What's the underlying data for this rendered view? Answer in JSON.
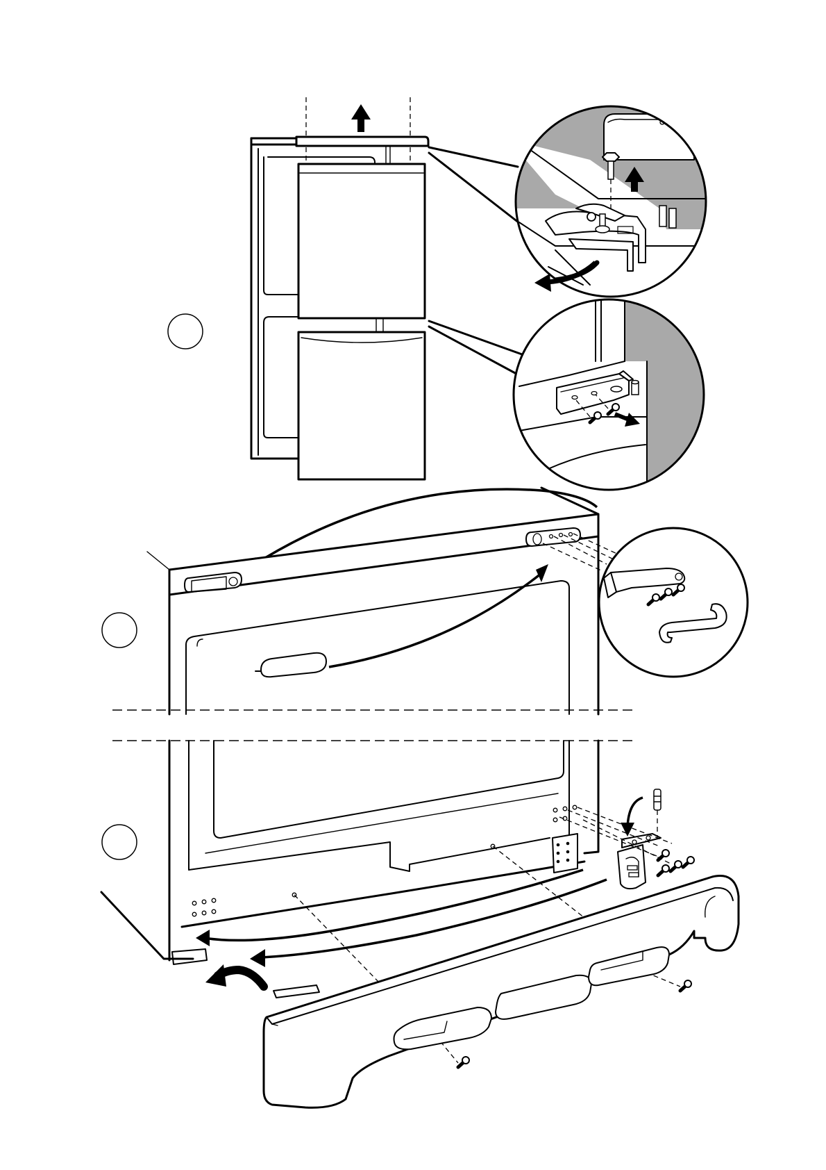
{
  "figure": {
    "kind": "assembly instruction illustration",
    "steps": [
      {
        "id": "step-1",
        "label": ""
      },
      {
        "id": "step-2",
        "label": ""
      },
      {
        "id": "step-3",
        "label": ""
      }
    ],
    "colors": {
      "line": "#000000",
      "background": "#ffffff",
      "detail_shade": "#a9a9a9"
    },
    "icons": [
      "arrow-up-icon",
      "curved-arrow-icon",
      "screw-icon",
      "hinge-bracket-icon",
      "hinge-pin-icon"
    ]
  }
}
